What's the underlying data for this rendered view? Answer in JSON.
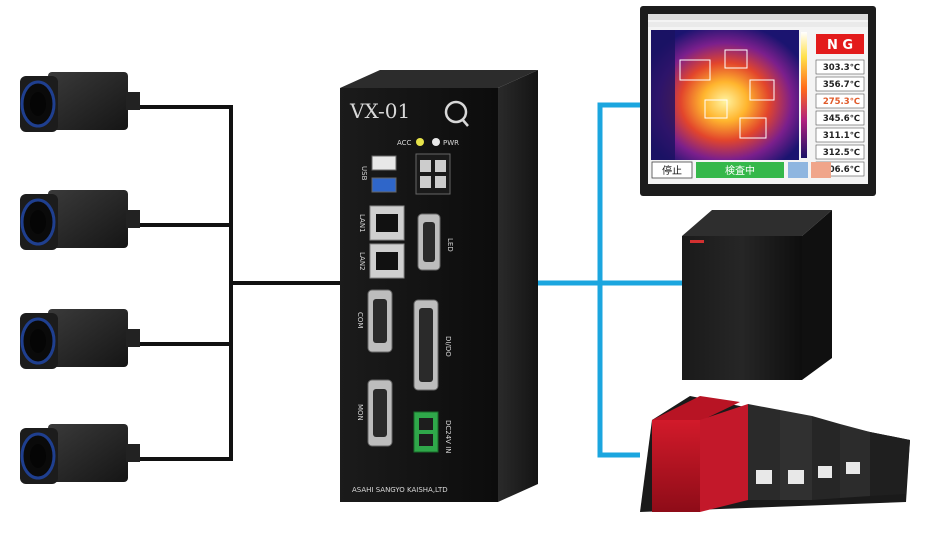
{
  "controller": {
    "model": "VX-01",
    "led_acc": "ACC",
    "led_pwr": "PWR",
    "port_usb": "USB",
    "port_lan1": "LAN1",
    "port_lan2": "LAN2",
    "port_led": "LED",
    "port_com": "COM",
    "port_dido": "DI/DO",
    "port_mon": "MON",
    "port_power": "DC24V IN",
    "maker": "ASAHI SANGYO KAISHA,LTD"
  },
  "monitor": {
    "status": "N G",
    "readings": [
      "303.3℃",
      "356.7℃",
      "275.3℃",
      "345.6℃",
      "311.1℃",
      "312.5℃",
      "306.6℃"
    ],
    "stop_button": "停止",
    "inspect_button": "検査中",
    "colors": {
      "ng": "#e31b1b",
      "inspect": "#35b84a",
      "reading_warn": "#e05a2a",
      "link": "#1ba6df"
    }
  }
}
